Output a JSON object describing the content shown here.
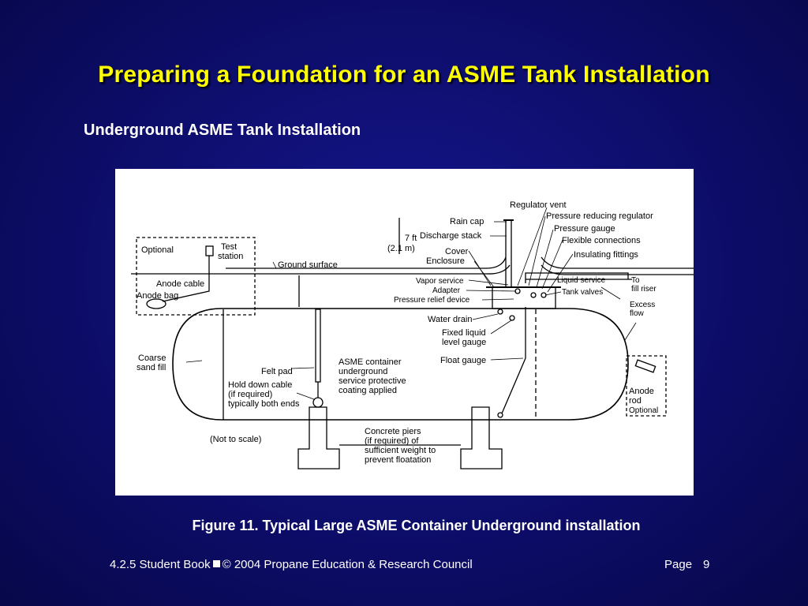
{
  "slide": {
    "title": "Preparing a Foundation for an ASME Tank Installation",
    "subtitle": "Underground ASME Tank Installation",
    "caption": "Figure 11.  Typical Large ASME Container Underground installation",
    "footer": {
      "book": "4.2.5  Student Book",
      "copyright": "© 2004 Propane Education & Research Council",
      "page_label": "Page",
      "page_number": "9"
    }
  },
  "diagram": {
    "labels": {
      "optional_left": "Optional",
      "test_station_1": "Test",
      "test_station_2": "station",
      "anode_cable": "Anode cable",
      "anode_bag": "Anode bag",
      "ground_surface": "Ground surface",
      "depth_1": "7 ft",
      "depth_2": "(2.1 m)",
      "rain_cap": "Rain cap",
      "discharge_stack": "Discharge stack",
      "cover": "Cover",
      "enclosure": "Enclosure",
      "vapor_service": "Vapor service",
      "adapter": "Adapter",
      "pressure_relief": "Pressure relief device",
      "water_drain": "Water drain",
      "fixed_liquid_1": "Fixed liquid",
      "fixed_liquid_2": "level gauge",
      "float_gauge": "Float gauge",
      "regulator_vent": "Regulator vent",
      "pressure_reducing": "Pressure reducing regulator",
      "pressure_gauge": "Pressure gauge",
      "flexible_connections": "Flexible connections",
      "insulating_fittings": "Insulating fittings",
      "liquid_service": "Liquid service",
      "tank_valves": "Tank valves",
      "to_fill_riser_1": "To",
      "to_fill_riser_2": "fill riser",
      "excess_flow_1": "Excess",
      "excess_flow_2": "flow",
      "coarse_sand_1": "Coarse",
      "coarse_sand_2": "sand fill",
      "felt_pad": "Felt pad",
      "hold_down_1": "Hold down cable",
      "hold_down_2": "(if required)",
      "hold_down_3": "typically both ends",
      "asme_1": "ASME container",
      "asme_2": "underground",
      "asme_3": "service protective",
      "asme_4": "coating applied",
      "not_to_scale": "(Not to scale)",
      "piers_1": "Concrete piers",
      "piers_2": "(if required) of",
      "piers_3": "sufficient weight to",
      "piers_4": "prevent floatation",
      "anode_rod_1": "Anode",
      "anode_rod_2": "rod",
      "anode_rod_3": "Optional"
    }
  }
}
